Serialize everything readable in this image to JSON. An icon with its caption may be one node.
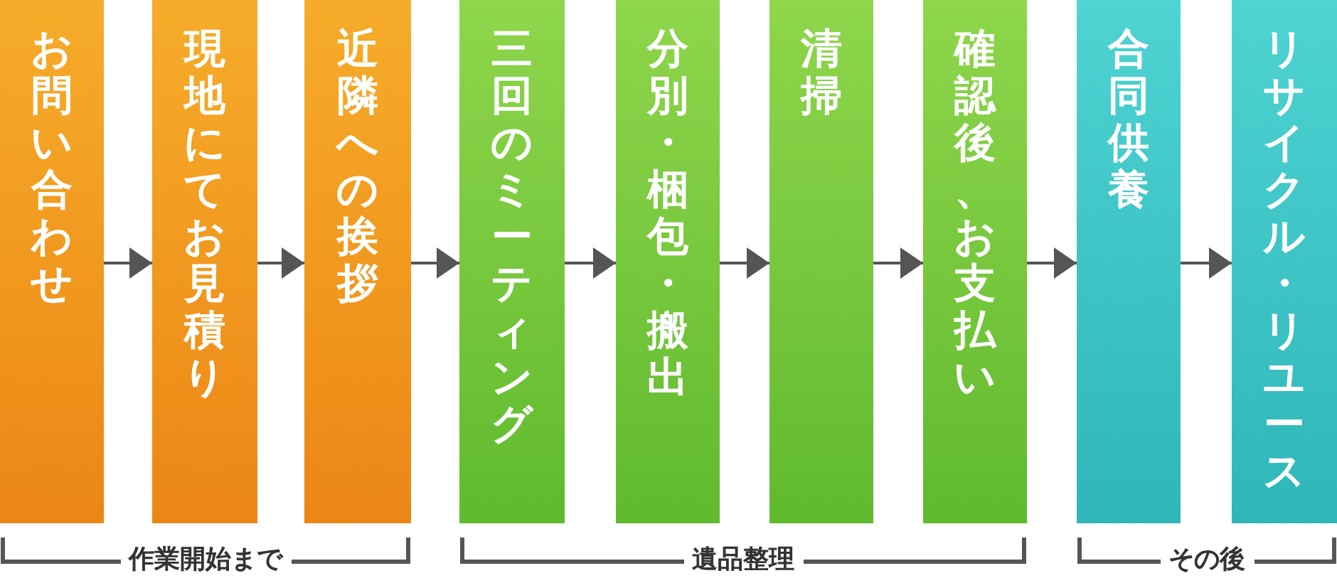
{
  "diagram": {
    "nodes": [
      {
        "text": [
          "お問い合わせ"
        ]
      },
      {
        "text": [
          "現地にてお見積り"
        ]
      },
      {
        "text": [
          "近隣への挨拶"
        ]
      },
      {
        "text": [
          "三回のミーティング"
        ]
      },
      {
        "text": [
          "分別・梱包・搬出"
        ]
      },
      {
        "text": [
          "清掃"
        ]
      },
      {
        "text": [
          "確認後、お支払い"
        ]
      },
      {
        "text": [
          "合同供養"
        ]
      },
      {
        "text": [
          "リサイクル・リユース"
        ]
      }
    ],
    "edges": [
      {
        "from": 0,
        "to": 1,
        "arrow": "to"
      },
      {
        "from": 1,
        "to": 2,
        "arrow": "to"
      },
      {
        "from": 2,
        "to": 3,
        "arrow": "to"
      },
      {
        "from": 3,
        "to": 4,
        "arrow": "to"
      },
      {
        "from": 4,
        "to": 5,
        "arrow": "to"
      },
      {
        "from": 5,
        "to": 6,
        "arrow": "to"
      },
      {
        "from": 6,
        "to": 7,
        "arrow": "to"
      },
      {
        "from": 7,
        "to": 8,
        "arrow": "to"
      }
    ],
    "labels": [
      "作業開始まで",
      "遺品整理",
      "その後"
    ]
  }
}
